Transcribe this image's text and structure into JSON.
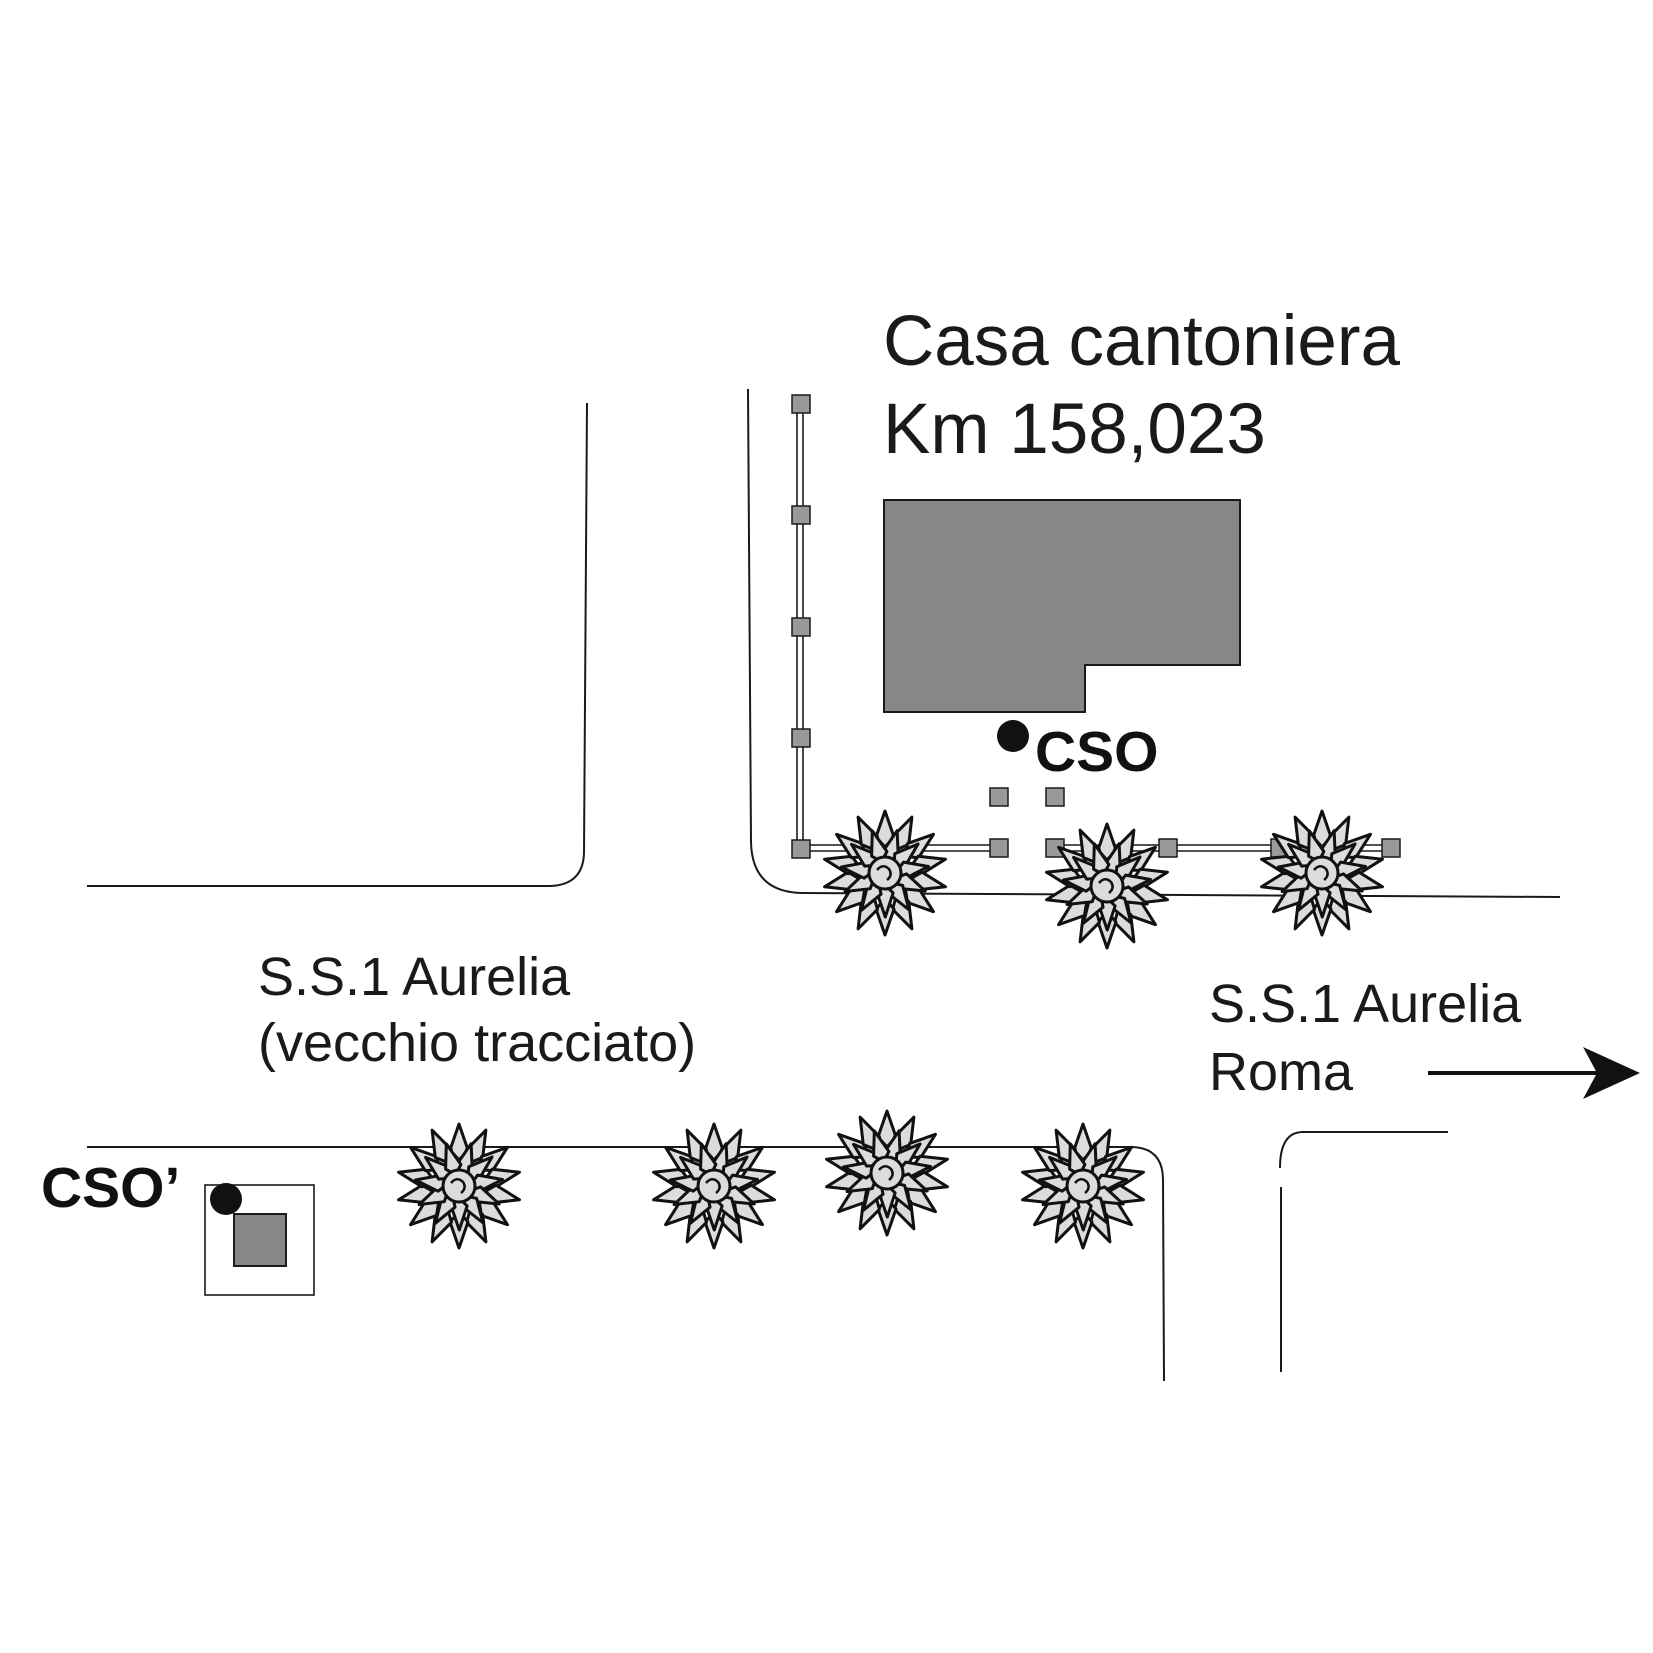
{
  "building": {
    "name": "Casa cantoniera",
    "km": "Km 158,023"
  },
  "points": {
    "cso": "CSO",
    "cso_prime": "CSO’"
  },
  "roads": {
    "old_route_name": "S.S.1 Aurelia",
    "old_route_note": "(vecchio tracciato)",
    "new_route_name": "S.S.1 Aurelia",
    "new_route_direction": "Roma"
  },
  "colors": {
    "building_fill": "#878787",
    "post_fill": "#999999",
    "line": "#1a1a1a",
    "tree_fill": "#dcdcdc"
  },
  "icons": {
    "tree": "tree-icon",
    "arrow": "arrow-right-icon",
    "point": "point-marker-icon"
  }
}
